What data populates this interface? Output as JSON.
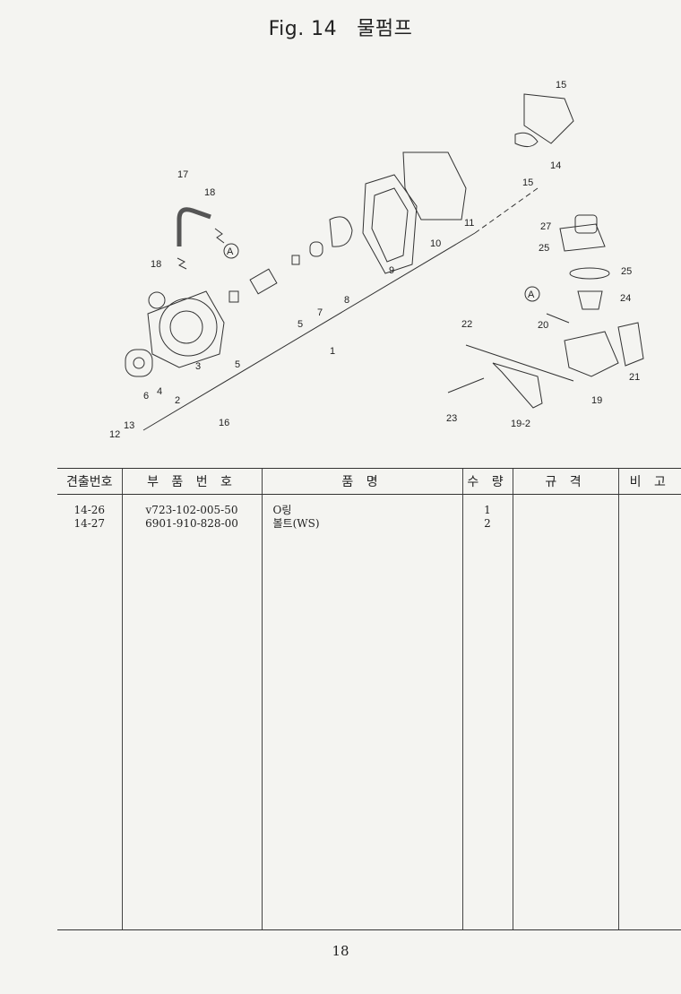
{
  "title": {
    "fig": "Fig. 14",
    "name": "물펌프"
  },
  "diagram": {
    "callouts": [
      "1",
      "2",
      "3",
      "4",
      "5",
      "5",
      "6",
      "7",
      "8",
      "9",
      "10",
      "11",
      "12",
      "13",
      "14",
      "15",
      "15",
      "16",
      "17",
      "18",
      "18",
      "19",
      "19-2",
      "20",
      "21",
      "22",
      "23",
      "24",
      "25",
      "25",
      "27"
    ],
    "marker_a": "A"
  },
  "table": {
    "headers": [
      "견출번호",
      "부 품 번 호",
      "품 명",
      "수 량",
      "규 격",
      "비 고"
    ],
    "rows": [
      {
        "no": "14-26",
        "part": "v723-102-005-50",
        "name": "O링",
        "qty": "1",
        "spec": "",
        "note": ""
      },
      {
        "no": "14-27",
        "part": "6901-910-828-00",
        "name": "볼트(WS)",
        "qty": "2",
        "spec": "",
        "note": ""
      }
    ]
  },
  "page_number": "18"
}
